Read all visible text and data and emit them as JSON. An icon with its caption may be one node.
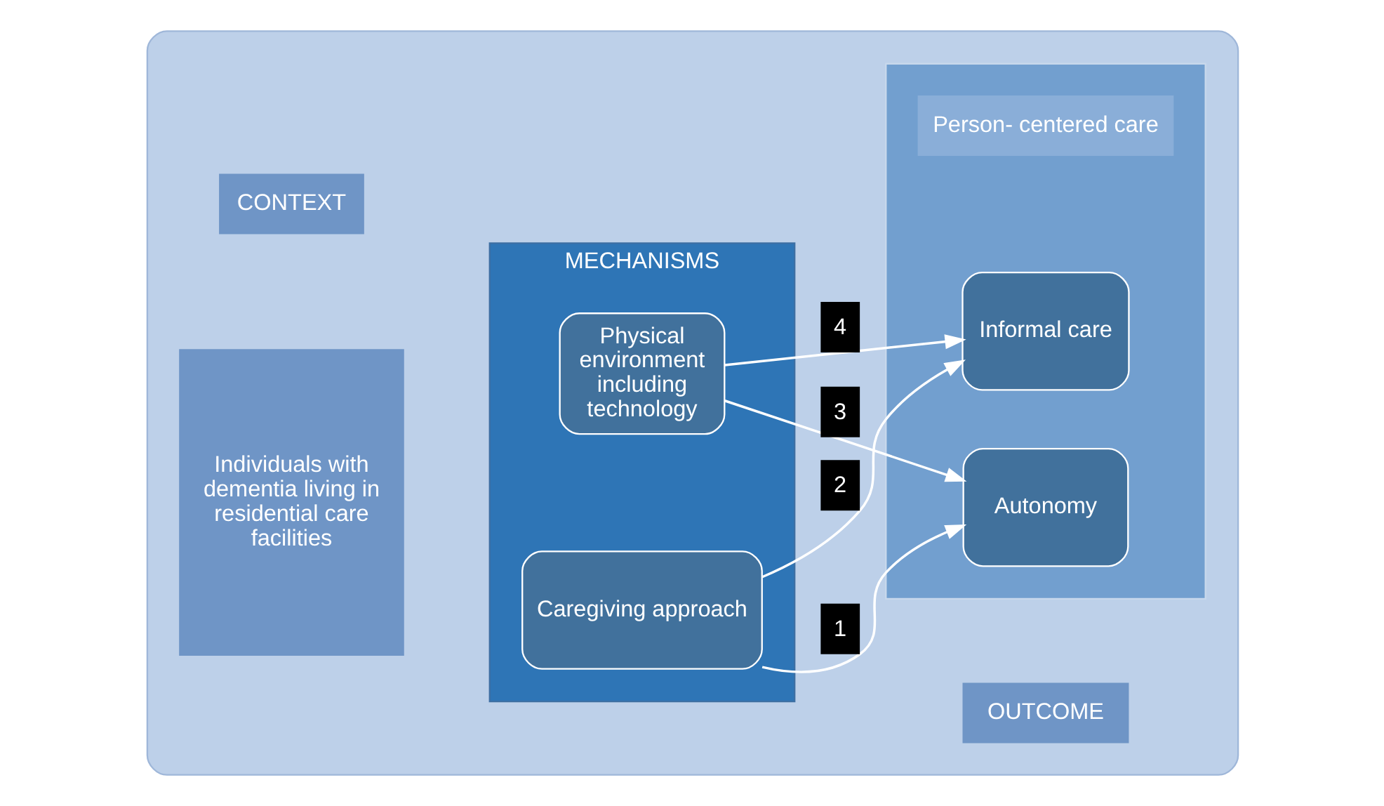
{
  "diagram": {
    "nodes": [
      {
        "text": [],
        "shape": "ellipse"
      },
      {
        "text": [
          "CONTEXT"
        ],
        "in": 0
      },
      {
        "text": [
          "Individuals with dementia living in residential care facilities"
        ],
        "in": 0
      },
      {
        "text": [
          "MECHANISMS"
        ],
        "in": 0
      },
      {
        "text": [
          "Caregiving approach"
        ],
        "in": 3
      },
      {
        "text": [
          "Physical environment including technology"
        ],
        "in": 3
      },
      {
        "text": [
          "OUTCOME"
        ],
        "in": 0
      },
      {
        "text": [],
        "shape": "box",
        "in": 0
      },
      {
        "text": [
          "Autonomy"
        ],
        "in": 7
      },
      {
        "text": [
          "Person- centered care"
        ],
        "in": 7
      },
      {
        "text": [
          "Informal care"
        ],
        "in": 7
      }
    ],
    "edges": [
      {
        "from": 4,
        "to": 8,
        "arrow": "to",
        "label": "1"
      },
      {
        "from": 4,
        "to": 10,
        "arrow": "to",
        "label": "2"
      },
      {
        "from": 5,
        "to": 8,
        "arrow": "to",
        "label": "3"
      },
      {
        "from": 5,
        "to": 10,
        "arrow": "to",
        "label": "4"
      }
    ]
  }
}
